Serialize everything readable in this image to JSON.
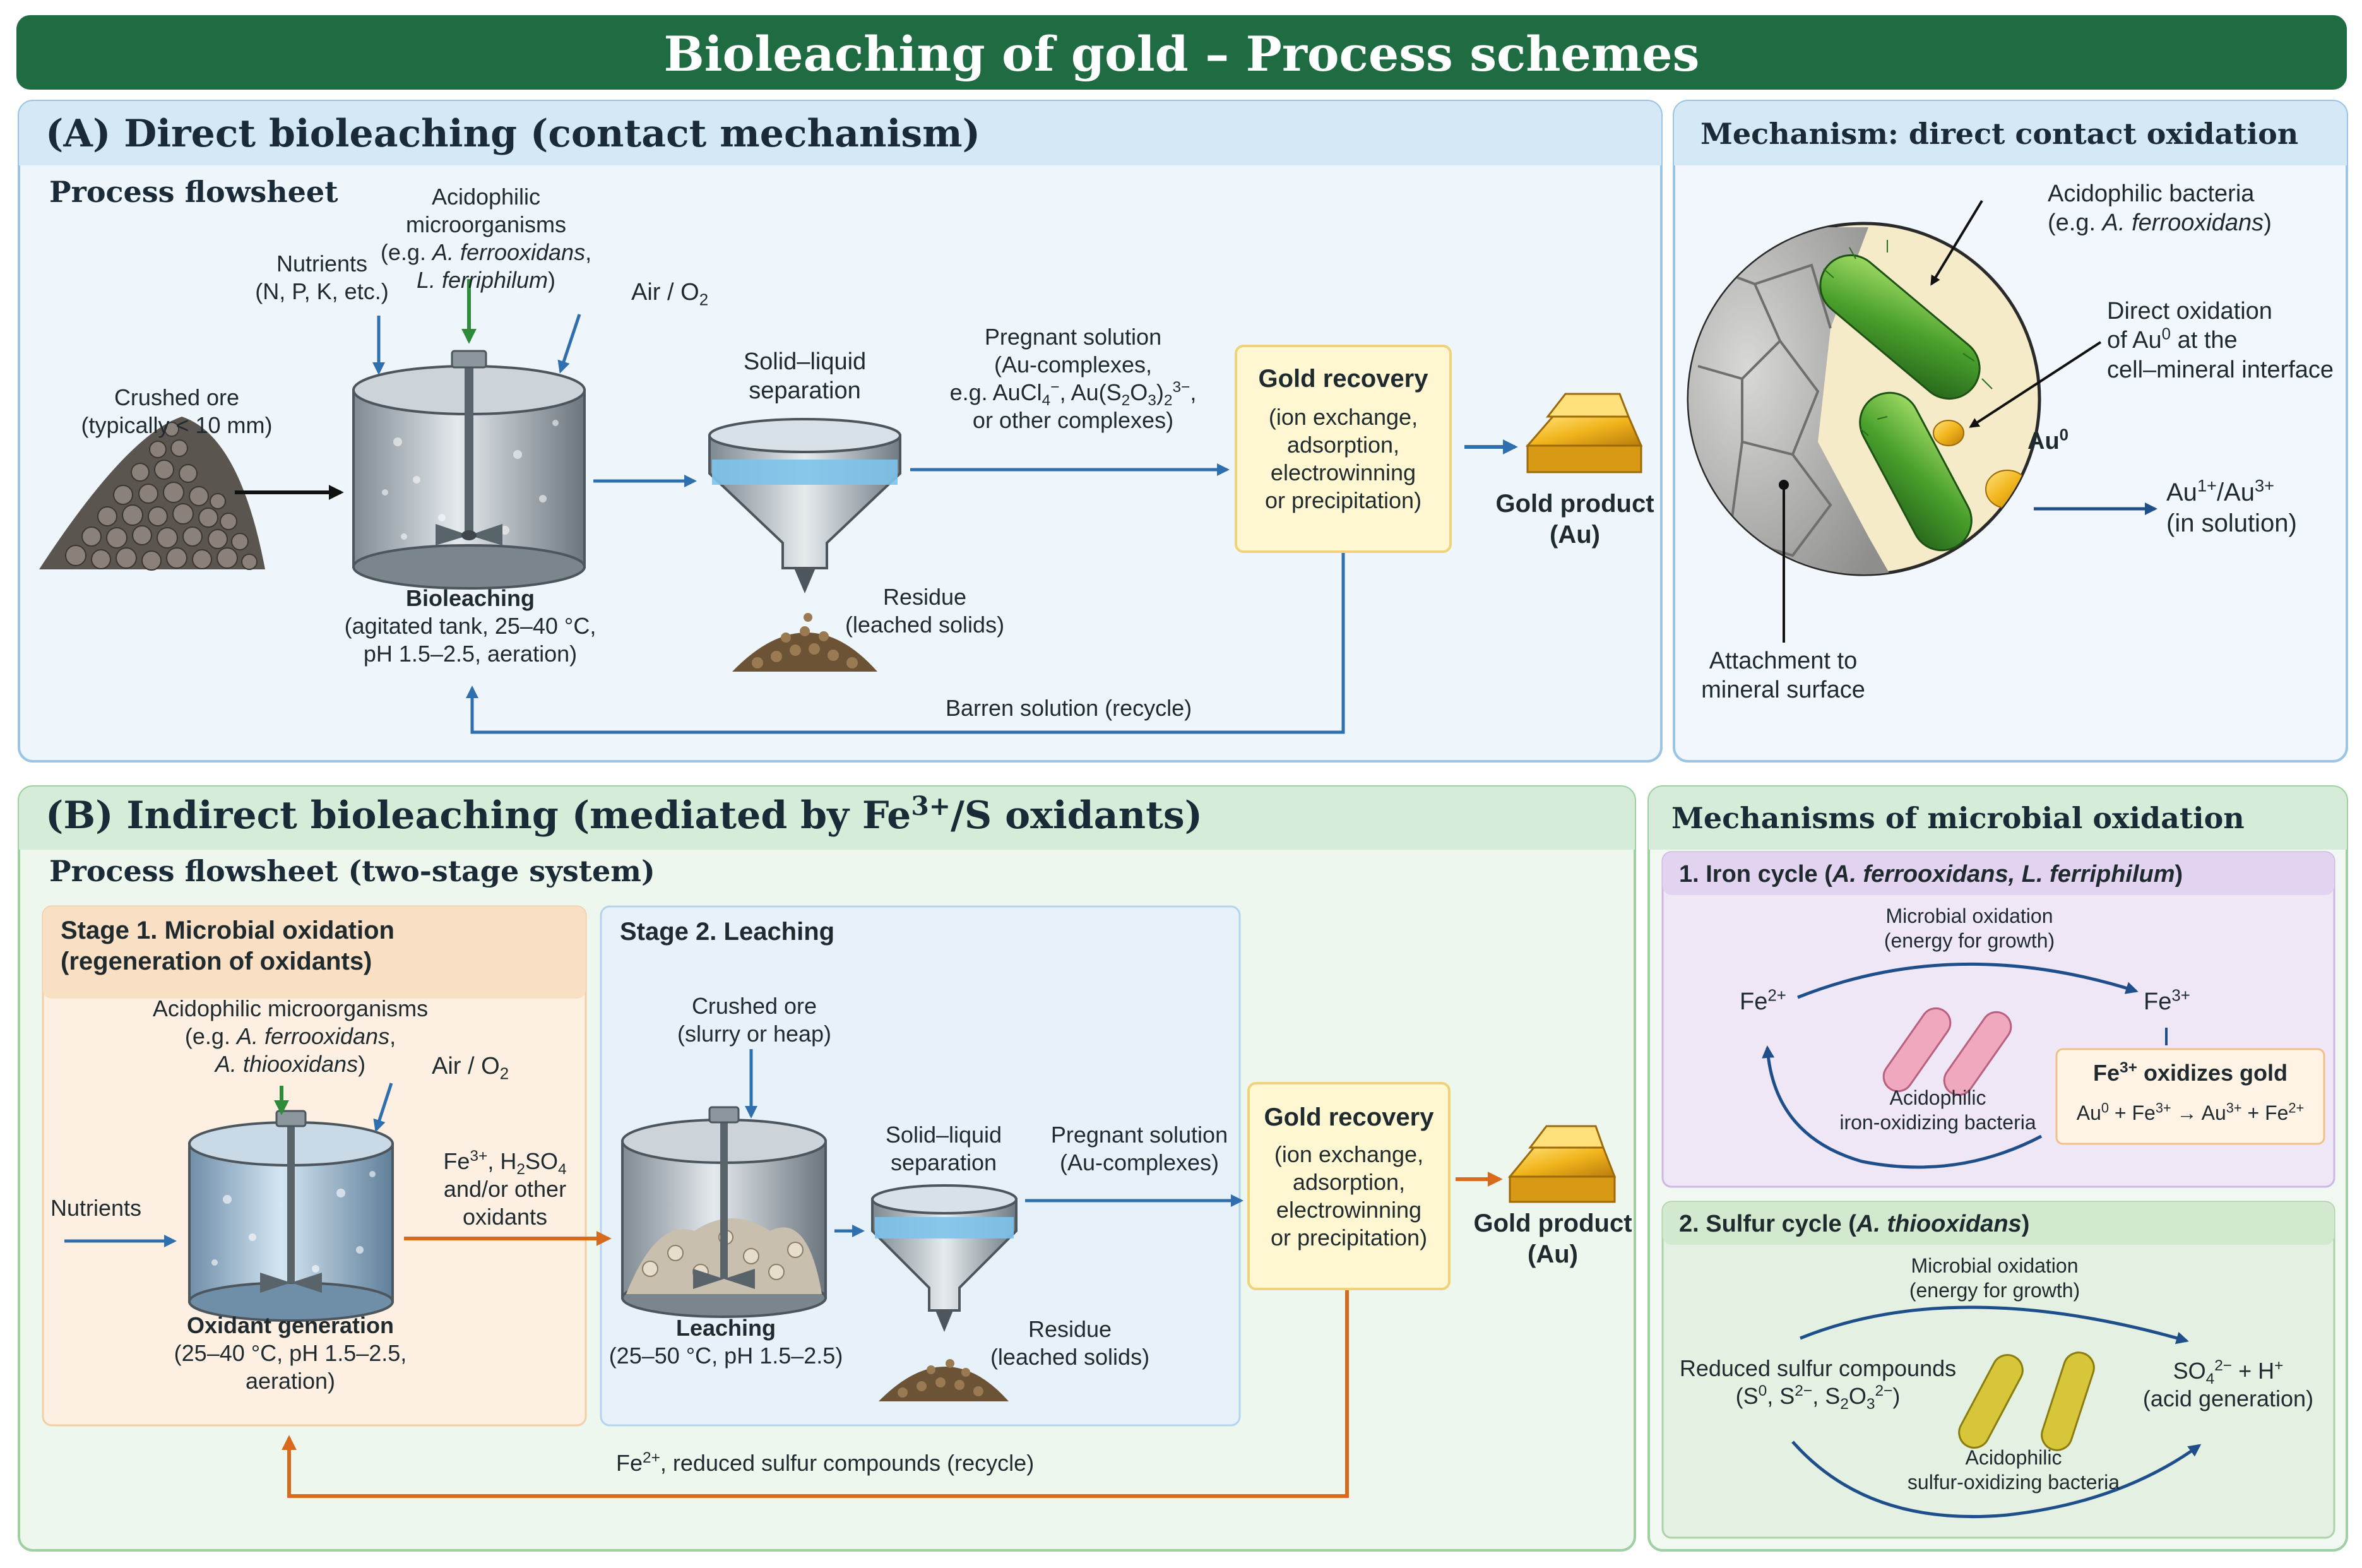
{
  "title": "Bioleaching of gold – Process schemes",
  "panelA": {
    "heading": "(A) Direct bioleaching (contact mechanism)",
    "flowsheet_label": "Process flowsheet",
    "microorganisms": {
      "l1": "Acidophilic microorganisms",
      "l2a": "(e.g. ",
      "l2b": "A. ferrooxidans",
      "l2c": ",",
      "l3a": "L. ferriphilum",
      "l3b": ")"
    },
    "nutrients": {
      "l1": "Nutrients",
      "l2": "(N, P, K, etc.)"
    },
    "air": {
      "a": "Air / O",
      "sub": "2"
    },
    "crushed_ore": {
      "l1": "Crushed ore",
      "l2": "(typically < 10 mm)"
    },
    "bioleaching": {
      "l1": "Bioleaching",
      "l2": "(agitated tank, 25–40 °C,",
      "l3": "pH 1.5–2.5, aeration)"
    },
    "separation": {
      "l1": "Solid–liquid",
      "l2": "separation"
    },
    "pregnant": {
      "l1": "Pregnant solution",
      "l2": "(Au-complexes,",
      "l3a": "e.g. AuCl",
      "l3sub1": "4",
      "l3sup1": "−",
      "l3b": ", Au(S",
      "l3sub2": "2",
      "l3c": "O",
      "l3sub3": "3",
      "l3d": ")",
      "l3sub4": "2",
      "l3sup2": "3−",
      "l3e": ",",
      "l4": "or other complexes)"
    },
    "residue": {
      "l1": "Residue",
      "l2": "(leached solids)"
    },
    "gold_recovery": {
      "l1": "Gold recovery",
      "l2": "(ion exchange,",
      "l3": "adsorption,",
      "l4": "electrowinning",
      "l5": "or precipitation)"
    },
    "gold_product": {
      "l1": "Gold product",
      "l2": "(Au)"
    },
    "barren": "Barren solution (recycle)"
  },
  "mechA": {
    "heading": "Mechanism: direct contact oxidation",
    "bacteria": {
      "l1": "Acidophilic bacteria",
      "l2a": "(e.g. ",
      "l2b": "A. ferrooxidans",
      "l2c": ")"
    },
    "direct": {
      "l1": "Direct oxidation",
      "l2a": "of Au",
      "l2sup": "0",
      "l2b": " at the",
      "l3": "cell–mineral interface"
    },
    "au0": {
      "a": "Au",
      "sup": "0"
    },
    "ions": {
      "a": "Au",
      "sup1": "1+",
      "b": "/Au",
      "sup2": "3+",
      "l2": "(in solution)"
    },
    "attachment": {
      "l1": "Attachment to",
      "l2": "mineral surface"
    }
  },
  "panelB": {
    "heading_a": "(B) Indirect bioleaching (mediated by Fe",
    "heading_sup": "3+",
    "heading_b": "/S oxidants)",
    "flowsheet_label": "Process flowsheet (two-stage system)",
    "stage1": {
      "l1": "Stage 1. Microbial oxidation",
      "l2": "(regeneration of oxidants)"
    },
    "stage2": {
      "l1": "Stage 2. Leaching"
    },
    "microorganisms": {
      "l1": "Acidophilic microorganisms",
      "l2a": "(e.g. ",
      "l2b": "A. ferrooxidans",
      "l2c": ",",
      "l3a": "A. thiooxidans",
      "l3b": ")"
    },
    "air": {
      "a": "Air / O",
      "sub": "2"
    },
    "nutrients": "Nutrients",
    "oxidants": {
      "l1a": "Fe",
      "l1sup": "3+",
      "l1b": ", H",
      "l1sub1": "2",
      "l1c": "SO",
      "l1sub2": "4",
      "l2": "and/or other",
      "l3": "oxidants"
    },
    "oxidant_gen": {
      "l1": "Oxidant generation",
      "l2": "(25–40 °C, pH 1.5–2.5,",
      "l3": "aeration)"
    },
    "crushed_ore": {
      "l1": "Crushed ore",
      "l2": "(slurry or heap)"
    },
    "leaching": {
      "l1": "Leaching",
      "l2": "(25–50 °C, pH 1.5–2.5)"
    },
    "separation": {
      "l1": "Solid–liquid",
      "l2": "separation"
    },
    "pregnant": {
      "l1": "Pregnant solution",
      "l2": "(Au-complexes)"
    },
    "residue": {
      "l1": "Residue",
      "l2": "(leached solids)"
    },
    "gold_recovery": {
      "l1": "Gold recovery",
      "l2": "(ion exchange,",
      "l3": "adsorption,",
      "l4": "electrowinning",
      "l5": "or precipitation)"
    },
    "gold_product": {
      "l1": "Gold product",
      "l2": "(Au)"
    },
    "recycle": {
      "a": "Fe",
      "sup": "2+",
      "b": ", reduced sulfur compounds (recycle)"
    }
  },
  "mechB": {
    "heading": "Mechanisms of microbial oxidation",
    "iron": {
      "title_a": "1. Iron cycle (",
      "title_b": "A. ferrooxidans, L. ferriphilum",
      "title_c": ")",
      "oxidation": {
        "l1": "Microbial oxidation",
        "l2": "(energy for growth)"
      },
      "fe2": {
        "a": "Fe",
        "sup": "2+"
      },
      "fe3": {
        "a": "Fe",
        "sup": "3+"
      },
      "bacteria": {
        "l1": "Acidophilic",
        "l2": "iron-oxidizing bacteria"
      },
      "box_title": {
        "a": "Fe",
        "sup": "3+",
        "b": " oxidizes gold"
      },
      "box_eq": {
        "a": "Au",
        "s1": "0",
        "b": " + Fe",
        "s2": "3+",
        "c": " → Au",
        "s3": "3+",
        "d": " + Fe",
        "s4": "2+"
      }
    },
    "sulfur": {
      "title_a": "2. Sulfur cycle (",
      "title_b": "A. thiooxidans",
      "title_c": ")",
      "oxidation": {
        "l1": "Microbial oxidation",
        "l2": "(energy for growth)"
      },
      "reduced": {
        "l1": "Reduced sulfur compounds",
        "l2a": "(S",
        "s1": "0",
        "l2b": ", S",
        "s2": "2−",
        "l2c": ", S",
        "sub1": "2",
        "l2d": "O",
        "sub2": "3",
        "s3": "2−",
        "l2e": ")"
      },
      "product": {
        "a": "SO",
        "sub": "4",
        "sup": "2−",
        "b": " + H",
        "sup2": "+",
        "l2": "(acid generation)"
      },
      "bacteria": {
        "l1": "Acidophilic",
        "l2": "sulfur-oxidizing bacteria"
      }
    }
  },
  "colors": {
    "title_bar": "#1f6b42",
    "panelA_bg": "#eef5fb",
    "panelA_header": "#d5e8f6",
    "panelB_bg": "#eef7ee",
    "panelB_header": "#d7ecd8",
    "blue_arrow": "#2f6fae",
    "orange_arrow": "#d86a1e",
    "green_arrow": "#2e8b3a",
    "gold_box": "#fff6d2"
  }
}
